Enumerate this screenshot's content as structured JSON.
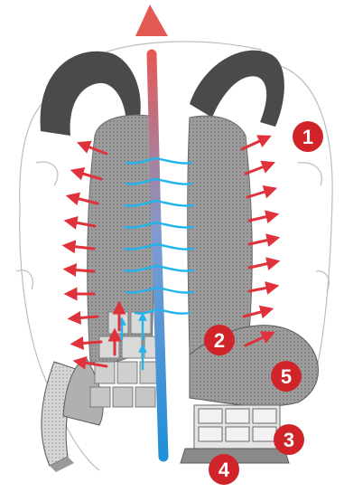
{
  "figure": {
    "description_visible": false,
    "colors": {
      "background": "#ffffff",
      "outline": "#b9b9b9",
      "strap_dark": "#4a4a4a",
      "strap_mid": "#8a8a8a",
      "mesh_panel": "#9d9d9d",
      "mesh_light": "#cfcfcf",
      "airflow_out": "#e0323a",
      "airflow_up_top": "#e35a55",
      "airflow_up_bottom": "#1f8fd8",
      "channel_blue": "#21b4ee",
      "badge_fill": "#d1232a",
      "badge_text": "#ffffff"
    }
  },
  "callouts": [
    {
      "id": "1",
      "label": "1"
    },
    {
      "id": "2",
      "label": "2"
    },
    {
      "id": "3",
      "label": "3"
    },
    {
      "id": "4",
      "label": "4"
    },
    {
      "id": "5",
      "label": "5"
    }
  ],
  "icons": {
    "airflow_up": "arrow-up-icon",
    "vent_out": "arrow-out-icon",
    "callout": "numbered-badge-icon"
  }
}
